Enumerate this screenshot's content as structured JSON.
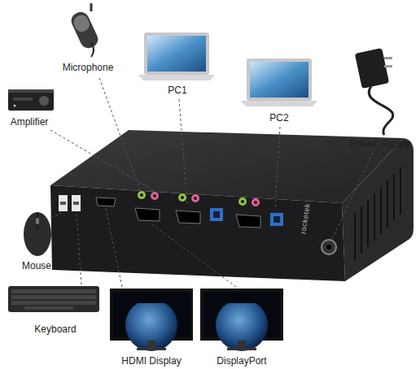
{
  "diagram": {
    "labels": [
      "Microphone",
      "PC1",
      "PC2",
      "Power Supply",
      "Amplifier",
      "Mouse",
      "Keyboard",
      "HDMI Display",
      "DisplayPort",
      "rocketek"
    ]
  }
}
